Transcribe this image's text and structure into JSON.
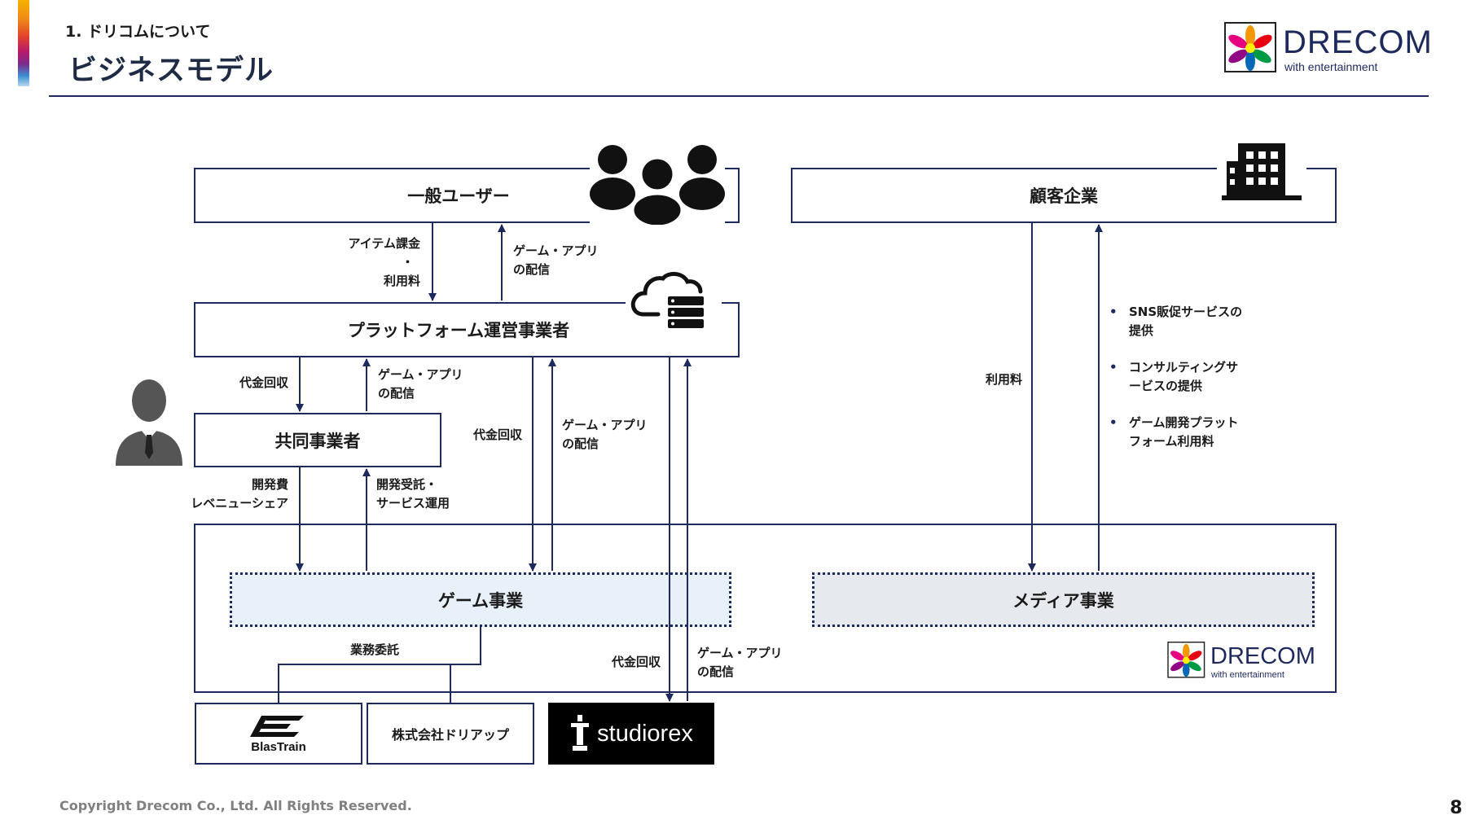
{
  "header": {
    "section_label": "1. ドリコムについて",
    "title": "ビジネスモデル",
    "logo_brand": "DRECOM",
    "logo_tagline": "with entertainment"
  },
  "nodes": {
    "general_users": "一般ユーザー",
    "client_companies": "顧客企業",
    "platform_operators": "プラットフォーム運営事業者",
    "joint_business": "共同事業者",
    "game_business": "ゲーム事業",
    "media_business": "メディア事業"
  },
  "edge_labels": {
    "item_billing": "アイテム課金",
    "item_dot": "・",
    "usage_fee": "利用料",
    "distribution_1_line1": "ゲーム・アプリ",
    "distribution_1_line2": "の配信",
    "collection_1": "代金回収",
    "distribution_2_line1": "ゲーム・アプリ",
    "distribution_2_line2": "の配信",
    "collection_2": "代金回収",
    "distribution_3_line1": "ゲーム・アプリ",
    "distribution_3_line2": "の配信",
    "dev_cost_line1": "開発費",
    "dev_cost_line2": "レベニューシェア",
    "dev_contract_line1": "開発受託・",
    "dev_contract_line2": "サービス運用",
    "outsourcing": "業務委託",
    "collection_3": "代金回収",
    "distribution_4_line1": "ゲーム・アプリ",
    "distribution_4_line2": "の配信",
    "media_usage_fee": "利用料"
  },
  "media_services": [
    {
      "line1": "SNS販促サービスの",
      "line2": "提供"
    },
    {
      "line1": "コンサルティングサ",
      "line2": "ービスの提供"
    },
    {
      "line1": "ゲーム開発プラット",
      "line2": "フォーム利用料"
    }
  ],
  "partners": {
    "blastrain": "BlasTrain",
    "driapp": "株式会社ドリアップ",
    "studiorex": "studiorex"
  },
  "inner_logo": {
    "brand": "DRECOM",
    "tagline": "with entertainment"
  },
  "footer": {
    "copyright": "Copyright Drecom Co., Ltd. All Rights Reserved.",
    "page_number": "8"
  },
  "colors": {
    "navy": "#1f2a5c",
    "game_fill": "#e8f1fa",
    "media_fill": "#e6e9ee",
    "icon_dark": "#111111"
  }
}
